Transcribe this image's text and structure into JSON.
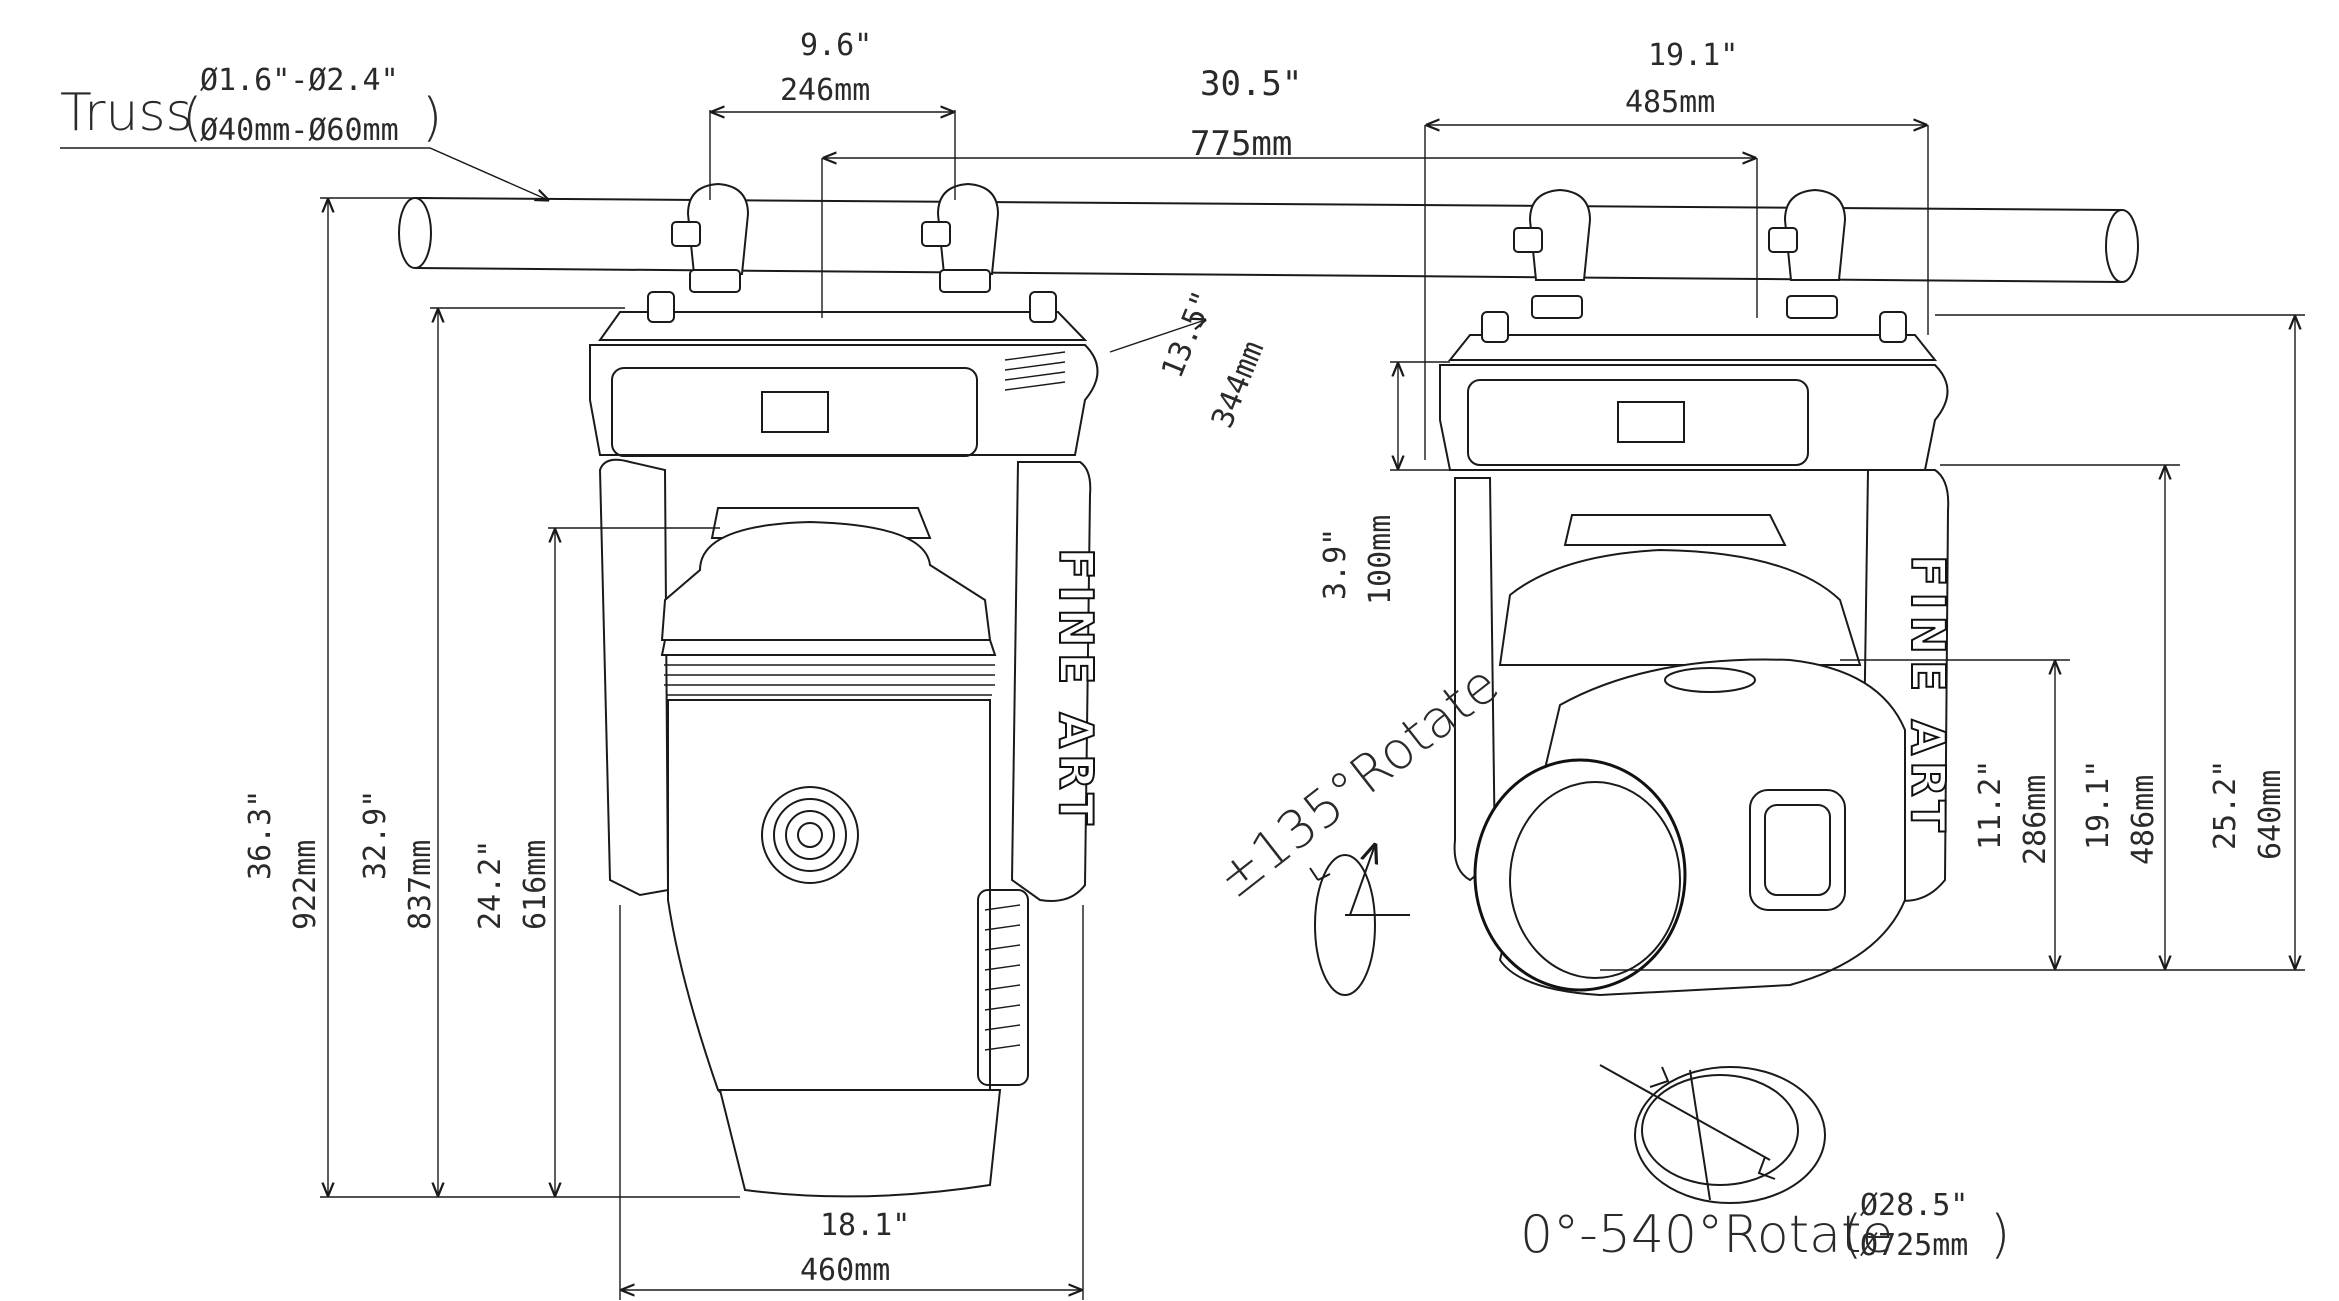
{
  "truss": {
    "label": "Truss",
    "dia_in": "Ø1.6\"-Ø2.4\"",
    "dia_mm": "Ø40mm-Ø60mm"
  },
  "front": {
    "clamp_spacing_in": "9.6\"",
    "clamp_spacing_mm": "246mm",
    "width_in": "30.5\"",
    "width_mm": "775mm",
    "depth_in": "13.5\"",
    "depth_mm": "344mm",
    "total_height_in": "36.3\"",
    "total_height_mm": "922mm",
    "base_to_bottom_in": "32.9\"",
    "base_to_bottom_mm": "837mm",
    "yoke_to_bottom_in": "24.2\"",
    "yoke_to_bottom_mm": "616mm",
    "bottom_width_in": "18.1\"",
    "bottom_width_mm": "460mm"
  },
  "side": {
    "clamp_spacing_in": "19.1\"",
    "clamp_spacing_mm": "485mm",
    "base_height_in": "3.9\"",
    "base_height_mm": "100mm",
    "head_height_in": "11.2\"",
    "head_height_mm": "286mm",
    "yoke_height_in": "19.1\"",
    "yoke_height_mm": "486mm",
    "overall_height_in": "25.2\"",
    "overall_height_mm": "640mm"
  },
  "tilt": {
    "label": "±135°Rotate"
  },
  "pan": {
    "label": "0°-540°Rotate",
    "swing_in": "Ø28.5\"",
    "swing_mm": "Ø725mm"
  },
  "brand": "FINE ART"
}
